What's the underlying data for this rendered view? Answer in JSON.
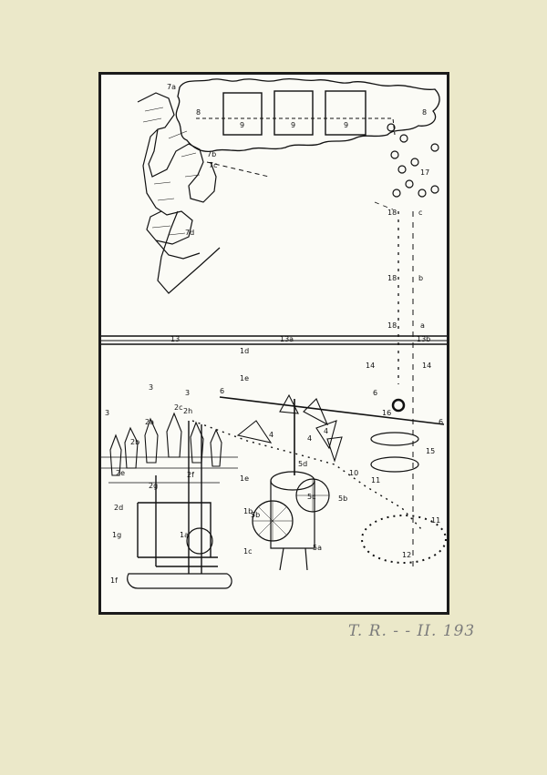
{
  "signature": "T. R. - - II. 193",
  "labels": {
    "l7a": "7a",
    "l8a": "8",
    "l9a": "9",
    "l9b": "9",
    "l9c": "9",
    "l8b": "8",
    "l7b": "7b",
    "l7c": "7c",
    "l7d": "7d",
    "l17": "17",
    "l18a": "18",
    "l18b": "18",
    "l18c": "18",
    "lc": "c",
    "lb": "b",
    "la": "a",
    "l13": "13",
    "l13a": "13a",
    "l13b": "13b",
    "l1d": "1d",
    "l1e": "1e",
    "l1e2": "1e",
    "l14a": "14",
    "l14b": "14",
    "l3a": "3",
    "l3b": "3",
    "l3c": "3",
    "l2a": "2a",
    "l2b": "2b",
    "l2c": "2c",
    "l2d": "2d",
    "l2e": "2e",
    "l2f": "2f",
    "l2g": "2g",
    "l2h": "2h",
    "l6a": "6",
    "l6b": "6",
    "l6c": "6",
    "l4a": "4",
    "l4b": "4",
    "l4c": "4",
    "l5d": "5d",
    "l5c": "5c",
    "l5b": "5b",
    "l5b2": "5b",
    "l5a": "5a",
    "l16": "16",
    "l15": "15",
    "l10": "10",
    "l11a": "11",
    "l11b": "11",
    "l12": "12",
    "l1a": "1a",
    "l1b": "1b",
    "l1c": "1c",
    "l1g": "1g",
    "l1f": "1f"
  }
}
